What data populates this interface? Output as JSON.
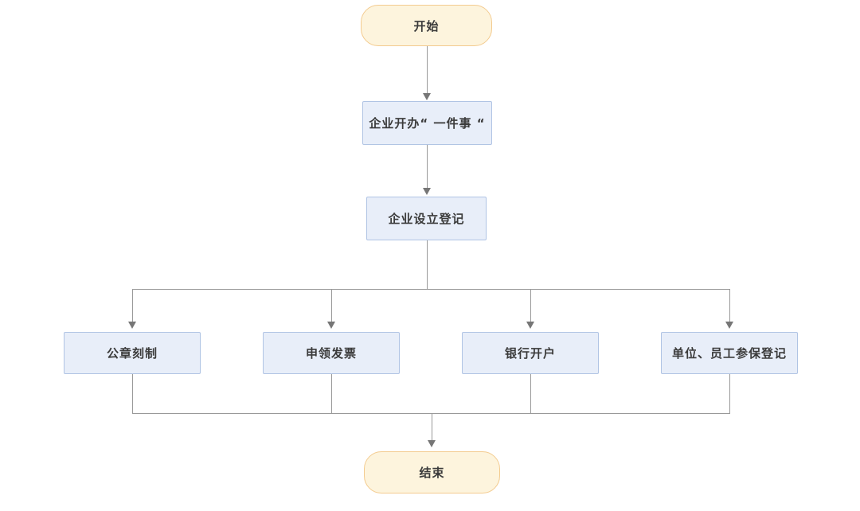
{
  "diagram": {
    "type": "flowchart",
    "background": "#ffffff",
    "nodes": {
      "start": {
        "label": "开始",
        "shape": "terminal"
      },
      "step1": {
        "label": "企业开办“ 一件事 “",
        "shape": "process"
      },
      "step2": {
        "label": "企业设立登记",
        "shape": "process"
      },
      "branch1": {
        "label": "公章刻制",
        "shape": "process"
      },
      "branch2": {
        "label": "申领发票",
        "shape": "process"
      },
      "branch3": {
        "label": "银行开户",
        "shape": "process"
      },
      "branch4": {
        "label": "单位、员工参保登记",
        "shape": "process"
      },
      "end": {
        "label": "结束",
        "shape": "terminal"
      }
    },
    "edges": [
      {
        "from": "start",
        "to": "step1"
      },
      {
        "from": "step1",
        "to": "step2"
      },
      {
        "from": "step2",
        "to": "branch1"
      },
      {
        "from": "step2",
        "to": "branch2"
      },
      {
        "from": "step2",
        "to": "branch3"
      },
      {
        "from": "step2",
        "to": "branch4"
      },
      {
        "from": "branch1",
        "to": "end"
      },
      {
        "from": "branch2",
        "to": "end"
      },
      {
        "from": "branch3",
        "to": "end"
      },
      {
        "from": "branch4",
        "to": "end"
      }
    ],
    "colors": {
      "terminal_fill": "#fdf4dd",
      "terminal_border": "#f3cb8f",
      "process_fill": "#e8eef9",
      "process_border": "#b0c4e4",
      "connector": "#999999",
      "arrowhead": "#767676",
      "text": "#3b3b3b"
    }
  }
}
